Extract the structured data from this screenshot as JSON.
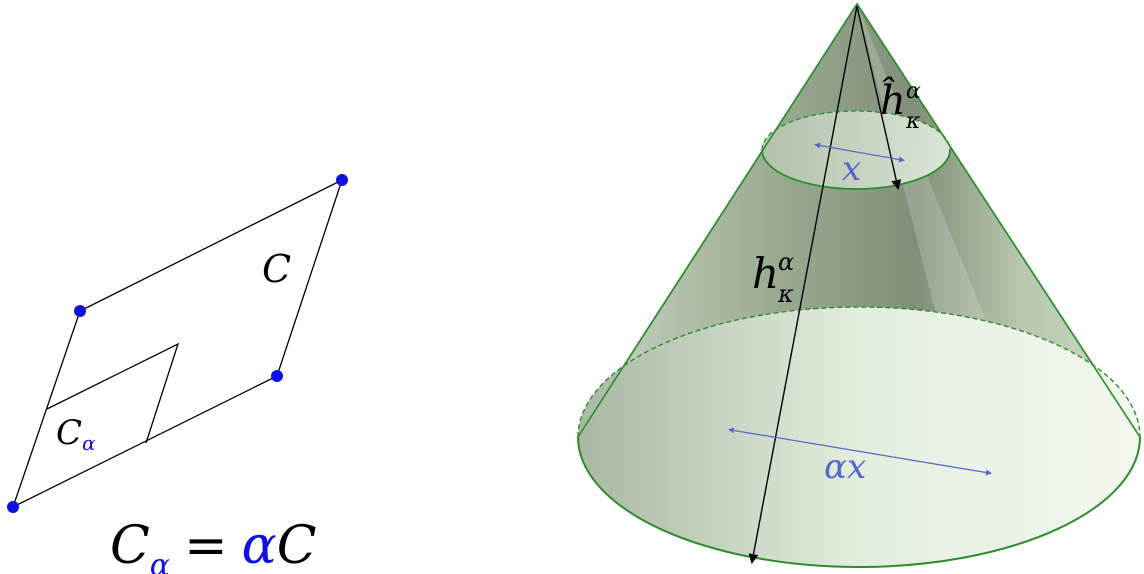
{
  "parallelogram": {
    "label_c": "C",
    "label_c_alpha_main": "C",
    "label_c_alpha_sub": "α",
    "equation": {
      "lhs_main": "C",
      "lhs_sub": "α",
      "equals": "=",
      "alpha": "α",
      "rhs": "C"
    }
  },
  "cone": {
    "label_hhat": "ĥ",
    "label_hhat_sup": "α",
    "label_hhat_sub": "κ",
    "label_h": "h",
    "label_h_sup": "α",
    "label_h_sub": "κ",
    "label_x": "x",
    "label_alpha_x": "αx"
  },
  "colors": {
    "blue": "#1010e0",
    "measure_blue": "#5566cc",
    "cone_green": "#2e8b2e",
    "black": "#000000"
  }
}
